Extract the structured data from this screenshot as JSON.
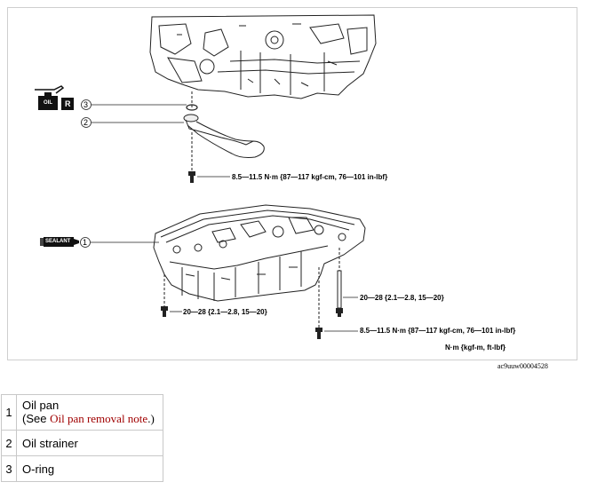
{
  "diagram": {
    "callouts": [
      "3",
      "2",
      "1"
    ],
    "icons": {
      "oil_label": "OIL",
      "replace_label": "R",
      "sealant_label": "SEALANT"
    },
    "torques": [
      "8.5—11.5 N·m {87—117 kgf-cm, 76—101 in-lbf}",
      "20—28 {2.1—2.8, 15—20}",
      "20—28 {2.1—2.8, 15—20}",
      "8.5—11.5 N·m {87—117 kgf-cm, 76—101 in-lbf}"
    ],
    "unit_legend": "N·m {kgf-m, ft-lbf}",
    "figure_id": "ac9uuw00004528"
  },
  "parts_table": {
    "rows": [
      {
        "num": "1",
        "name": "Oil pan",
        "note_prefix": "(See ",
        "note_link": "Oil pan removal note",
        "note_suffix": ".)"
      },
      {
        "num": "2",
        "name": "Oil strainer"
      },
      {
        "num": "3",
        "name": "O-ring"
      }
    ]
  }
}
